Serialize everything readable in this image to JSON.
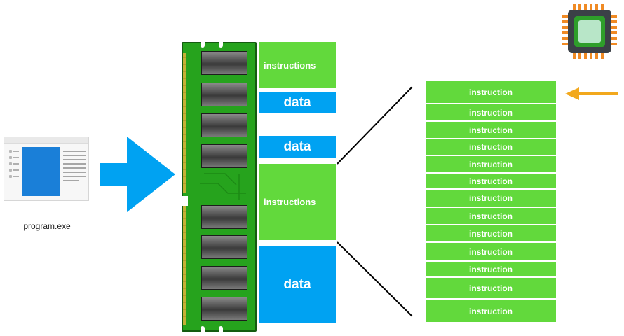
{
  "program": {
    "label": "program.exe",
    "icon": "program-window-icon"
  },
  "memory_blocks": [
    {
      "type": "instructions",
      "label": "instructions"
    },
    {
      "type": "data",
      "label": "data"
    },
    {
      "type": "data",
      "label": "data"
    },
    {
      "type": "instructions",
      "label": "instructions"
    },
    {
      "type": "data",
      "label": "data"
    }
  ],
  "instruction_list": [
    "instruction",
    "instruction",
    "instruction",
    "instruction",
    "instruction",
    "instruction",
    "instruction",
    "instruction",
    "instruction",
    "instruction",
    "instruction",
    "instruction",
    "instruction"
  ],
  "icons": {
    "load_arrow": "right-arrow-icon",
    "ram": "ram-module-icon",
    "cpu": "cpu-chip-icon",
    "pointer_arrow": "left-arrow-icon"
  },
  "colors": {
    "instruction_green": "#62d93c",
    "data_blue": "#00a2f2",
    "arrow_blue": "#00a2f2",
    "pointer_orange": "#f2a81d",
    "cpu_orange": "#f08a24"
  }
}
